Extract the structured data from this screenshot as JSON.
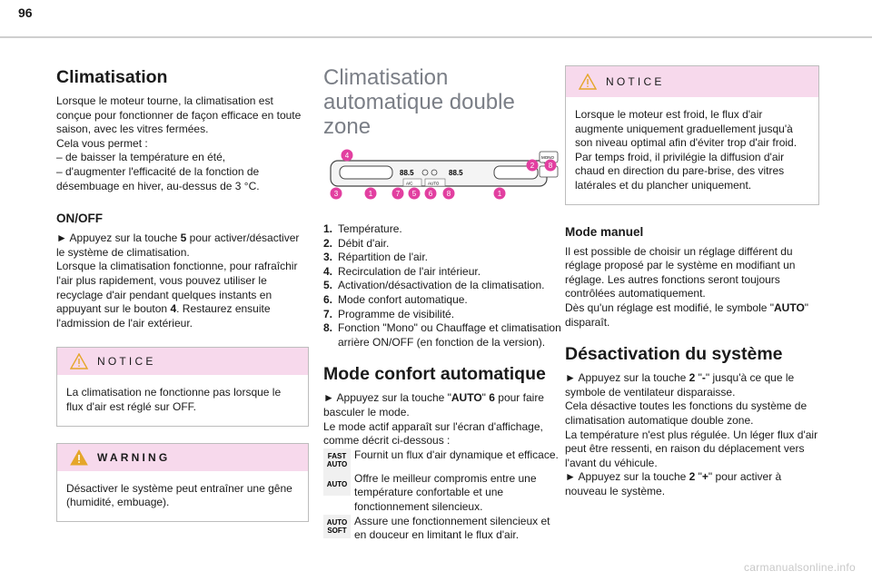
{
  "page_number": "96",
  "footer_url": "carmanualsonline.info",
  "col1": {
    "title": "Climatisation",
    "intro": [
      "Lorsque le moteur tourne, la climatisation est conçue pour fonctionner de façon efficace en toute saison, avec les vitres fermées.",
      "Cela vous permet :",
      "– de baisser la température en été,",
      "– d'augmenter l'efficacité de la fonction de désembuage en hiver, au-dessus de 3 °C."
    ],
    "onoff_title": "ON/OFF",
    "onoff_p1_a": "► Appuyez sur la touche ",
    "onoff_p1_b": "5",
    "onoff_p1_c": " pour activer/désactiver le système de climatisation.",
    "onoff_p2_a": "Lorsque la climatisation fonctionne, pour rafraîchir l'air plus rapidement, vous pouvez utiliser le recyclage d'air pendant quelques instants en appuyant sur le bouton ",
    "onoff_p2_b": "4",
    "onoff_p2_c": ". Restaurez ensuite l'admission de l'air extérieur.",
    "notice_label": "NOTICE",
    "notice_text": "La climatisation ne fonctionne pas lorsque le flux d'air est réglé sur OFF.",
    "warning_label": "WARNING",
    "warning_text": "Désactiver le système peut entraîner une gêne (humidité, embuage)."
  },
  "col2": {
    "title": "Climatisation automatique double zone",
    "panel": {
      "display_left": "88.5",
      "display_right": "88.5",
      "btn_ac": "A/C",
      "btn_auto": "AUTO",
      "btn_mono": "MONO",
      "callouts_top": [
        "4",
        "2",
        "8"
      ],
      "callouts_bottom": [
        "3",
        "1",
        "7",
        "5",
        "6",
        "8",
        "1"
      ]
    },
    "items": [
      {
        "n": "1.",
        "t": "Température."
      },
      {
        "n": "2.",
        "t": "Débit d'air."
      },
      {
        "n": "3.",
        "t": "Répartition de l'air."
      },
      {
        "n": "4.",
        "t": "Recirculation de l'air intérieur."
      },
      {
        "n": "5.",
        "t": "Activation/désactivation de la climatisation."
      },
      {
        "n": "6.",
        "t": "Mode confort automatique."
      },
      {
        "n": "7.",
        "t": "Programme de visibilité."
      },
      {
        "n": "8.",
        "t": "Fonction \"Mono\" ou Chauffage et climatisation arrière ON/OFF (en fonction de la version)."
      }
    ],
    "mode_title": "Mode confort automatique",
    "mode_p1_a": "► Appuyez sur la touche \"",
    "mode_p1_b": "AUTO",
    "mode_p1_c": "\" ",
    "mode_p1_d": "6",
    "mode_p1_e": " pour faire basculer le mode.",
    "mode_p2": "Le mode actif apparaît sur l'écran d'affichage, comme décrit ci-dessous :",
    "modes": [
      {
        "icon_top": "FAST",
        "icon_bottom": "AUTO",
        "text": "Fournit un flux d'air dynamique et efficace."
      },
      {
        "icon_top": "",
        "icon_bottom": "AUTO",
        "text": "Offre le meilleur compromis entre une température confortable et une fonctionnement silencieux."
      },
      {
        "icon_top": "AUTO",
        "icon_bottom": "SOFT",
        "text": "Assure une fonctionnement silencieux et en douceur en limitant le flux d'air."
      }
    ]
  },
  "col3": {
    "notice_label": "NOTICE",
    "notice_text": [
      "Lorsque le moteur est froid, le flux d'air augmente uniquement graduellement jusqu'à son niveau optimal afin d'éviter trop d'air froid.",
      "Par temps froid, il privilégie la diffusion d'air chaud en direction du pare-brise, des vitres latérales et du plancher uniquement."
    ],
    "manual_title": "Mode manuel",
    "manual_text": [
      "Il est possible de choisir un réglage différent du réglage proposé par le système en modifiant un réglage. Les autres fonctions seront toujours contrôlées automatiquement."
    ],
    "manual_p2_a": "Dès qu'un réglage est modifié, le symbole \"",
    "manual_p2_b": "AUTO",
    "manual_p2_c": "\" disparaît.",
    "deact_title": "Désactivation du système",
    "deact_p1_a": "► Appuyez sur la touche ",
    "deact_p1_b": "2",
    "deact_p1_c": " \"",
    "deact_p1_d": "-",
    "deact_p1_e": "\" jusqu'à ce que le symbole de ventilateur disparaisse.",
    "deact_text": [
      "Cela désactive toutes les fonctions du système de climatisation automatique double zone.",
      "La température n'est plus régulée. Un léger flux d'air peut être ressenti, en raison du déplacement vers l'avant du véhicule."
    ],
    "deact_p2_a": "► Appuyez sur la touche ",
    "deact_p2_b": "2",
    "deact_p2_c": " \"",
    "deact_p2_d": "+",
    "deact_p2_e": "\" pour activer à nouveau le système."
  },
  "colors": {
    "accent_pink": "#e23fa0",
    "box_header": "#f7d9ec",
    "warning_triangle": "#e5a62a",
    "title_gray": "#7a7e86"
  }
}
